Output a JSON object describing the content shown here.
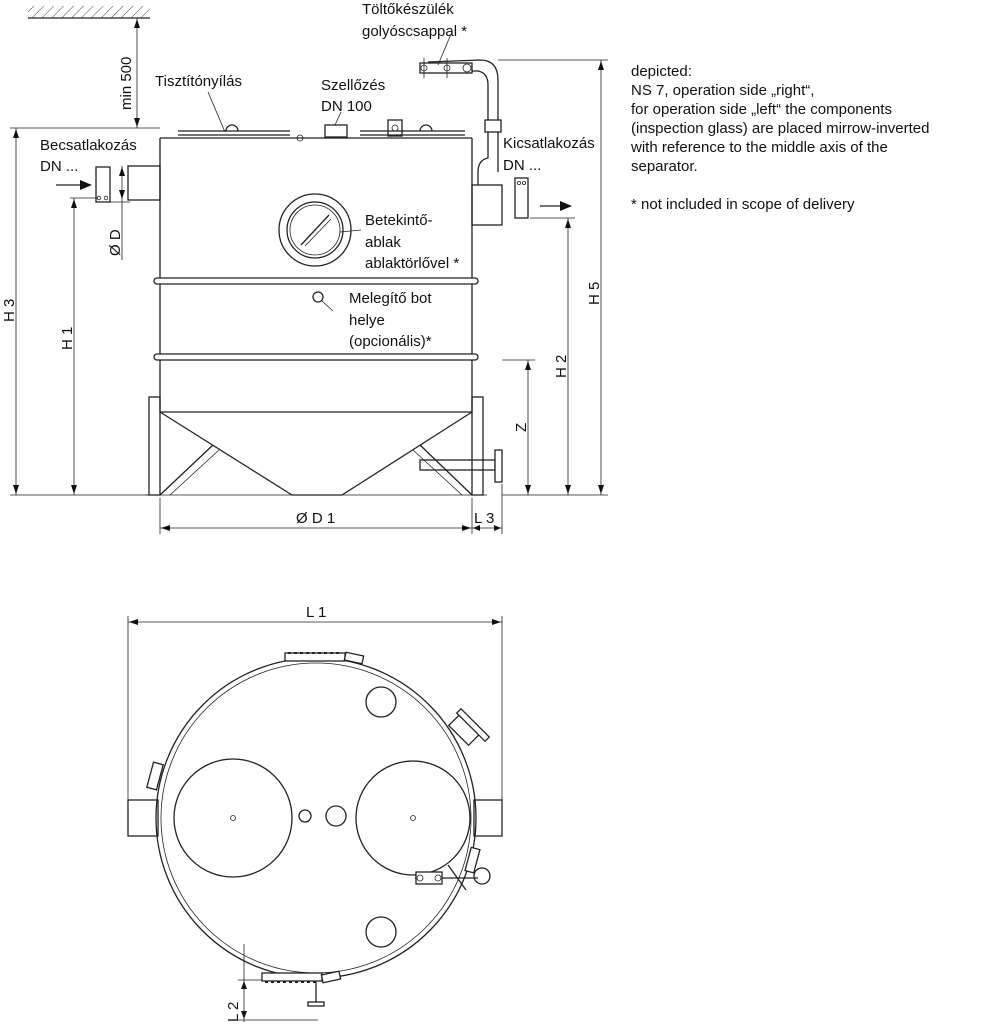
{
  "labels": {
    "min500": "min 500",
    "filler_line1": "Töltőkészülék",
    "filler_line2": "golyóscsappal *",
    "cleaning_opening": "Tisztítónyílás",
    "vent_line1": "Szellőzés",
    "vent_line2": "DN 100",
    "inlet_line1": "Becsatlakozás",
    "inlet_line2": "DN ...",
    "outlet_line1": "Kicsatlakozás",
    "outlet_line2": "DN ...",
    "window_line1": "Betekintő-",
    "window_line2": "ablak",
    "window_line3": "ablaktörlővel *",
    "heater_line1": "Melegítő bot",
    "heater_line2": "helye",
    "heater_line3": "(opcionális)*"
  },
  "dimensions": {
    "h3": "H 3",
    "h1": "H 1",
    "h2": "H 2",
    "h5": "H 5",
    "z": "Z",
    "od": "Ø D",
    "od1": "Ø D 1",
    "l3": "L 3",
    "l1": "L 1",
    "l2": "L 2"
  },
  "notes": [
    "depicted:",
    "NS 7, operation side „right“,",
    "for operation side „left“ the components",
    "(inspection glass) are placed mirrow-inverted",
    "with reference to the middle axis of the",
    "separator.",
    "",
    "* not included in scope of delivery"
  ]
}
